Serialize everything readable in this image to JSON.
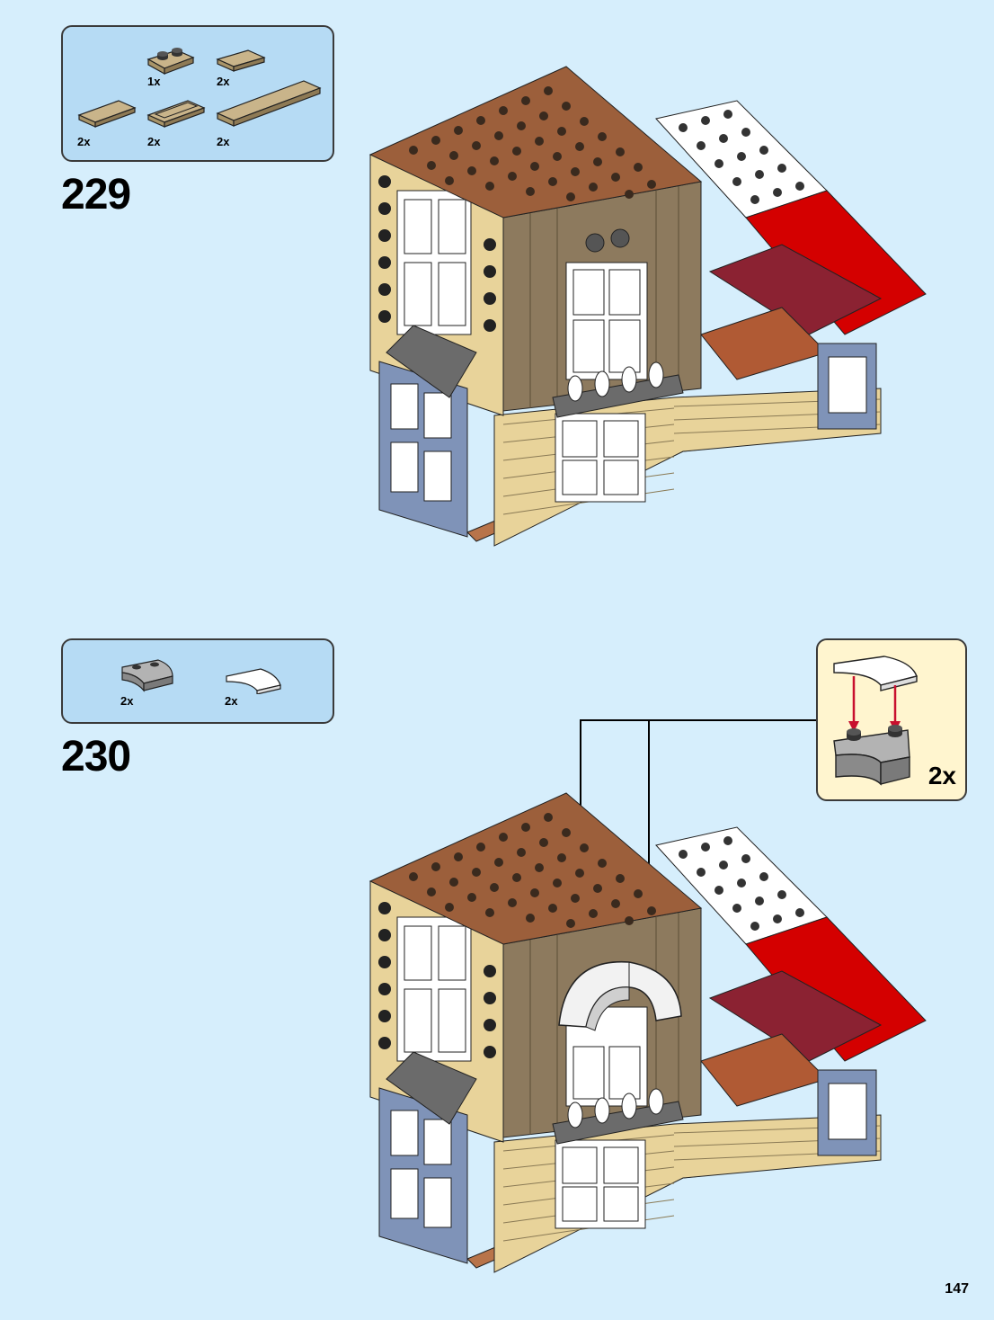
{
  "page_number": "147",
  "colors": {
    "background": "#d6eefc",
    "parts_box": "#b6dbf4",
    "callout_box": "#fff5cf",
    "roof_brown": "#9c5f3b",
    "roof_white": "#ffffff",
    "roof_red": "#d40000",
    "roof_dark_red": "#8b2232",
    "wall_tan": "#e8d39a",
    "shutter_brown": "#8d7a5e",
    "blue_window": "#7f93b8",
    "arrow_red": "#c8102e"
  },
  "steps": [
    {
      "number": "229",
      "parts": [
        {
          "icon": "tan-plate-1x2-with-studs-icon",
          "qty": "1x"
        },
        {
          "icon": "tan-tile-1x2-icon",
          "qty": "2x"
        },
        {
          "icon": "tan-tile-1x4-icon",
          "qty": "2x"
        },
        {
          "icon": "tan-plate-with-rail-icon",
          "qty": "2x"
        },
        {
          "icon": "tan-tile-1x6-icon",
          "qty": "2x"
        }
      ]
    },
    {
      "number": "230",
      "parts": [
        {
          "icon": "grey-curved-brick-icon",
          "qty": "2x"
        },
        {
          "icon": "white-curved-tile-icon",
          "qty": "2x"
        }
      ],
      "callout": {
        "qty": "2x"
      }
    }
  ]
}
